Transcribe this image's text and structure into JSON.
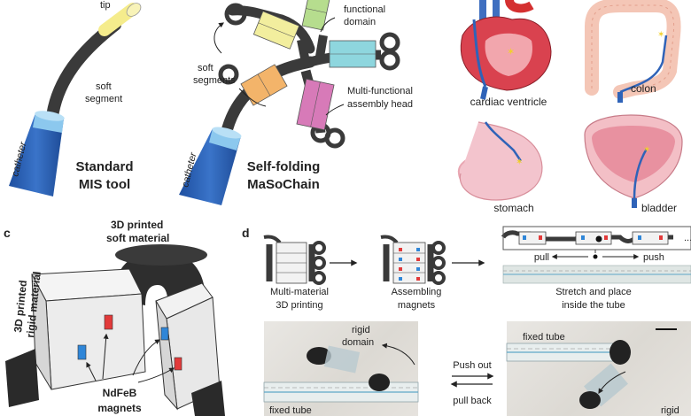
{
  "panel_a": {
    "tip": "tip",
    "soft_segment": [
      "soft",
      "segment"
    ],
    "catheter": "catheter",
    "title": [
      "Standard",
      "MIS tool"
    ]
  },
  "panel_b": {
    "functional_domain": [
      "functional",
      "domain"
    ],
    "soft_segments": [
      "soft",
      "segments"
    ],
    "assembly_head": [
      "Multi-functional",
      "assembly head"
    ],
    "catheter": "catheter",
    "title": [
      "Self-folding",
      "MaSoChain"
    ]
  },
  "organs": {
    "heart": "cardiac ventricle",
    "colon": "colon",
    "stomach": "stomach",
    "bladder": "bladder"
  },
  "panel_c": {
    "letter": "c",
    "soft_material": [
      "3D printed",
      "soft material"
    ],
    "rigid_material": [
      "3D printed",
      "rigid material"
    ],
    "magnets": [
      "NdFeB",
      "magnets"
    ]
  },
  "panel_d": {
    "letter": "d",
    "step1": [
      "Multi-material",
      "3D printing"
    ],
    "step2": [
      "Assembling",
      "magnets"
    ],
    "step3": [
      "Stretch and place",
      "inside the tube"
    ],
    "pull": "pull",
    "push": "push",
    "rigid_domain": [
      "rigid",
      "domain"
    ],
    "fixed_tube_left": "fixed tube",
    "fixed_tube_right": "fixed tube",
    "rigid_right": "rigid",
    "push_out": "Push out",
    "pull_back": "pull back",
    "ellipsis": "..."
  },
  "colors": {
    "catheter_blue": "#2f63b8",
    "tip_yellow": "#f5ec8c",
    "module_green": "#b6dd8e",
    "module_cyan": "#8ed6de",
    "module_orange": "#f3b46a",
    "module_pink": "#d77ab8",
    "module_yellow": "#f2ee9e",
    "soft_gray": "#3a3a3a",
    "magnet_red": "#e23a3a",
    "magnet_blue": "#2f86d8"
  }
}
